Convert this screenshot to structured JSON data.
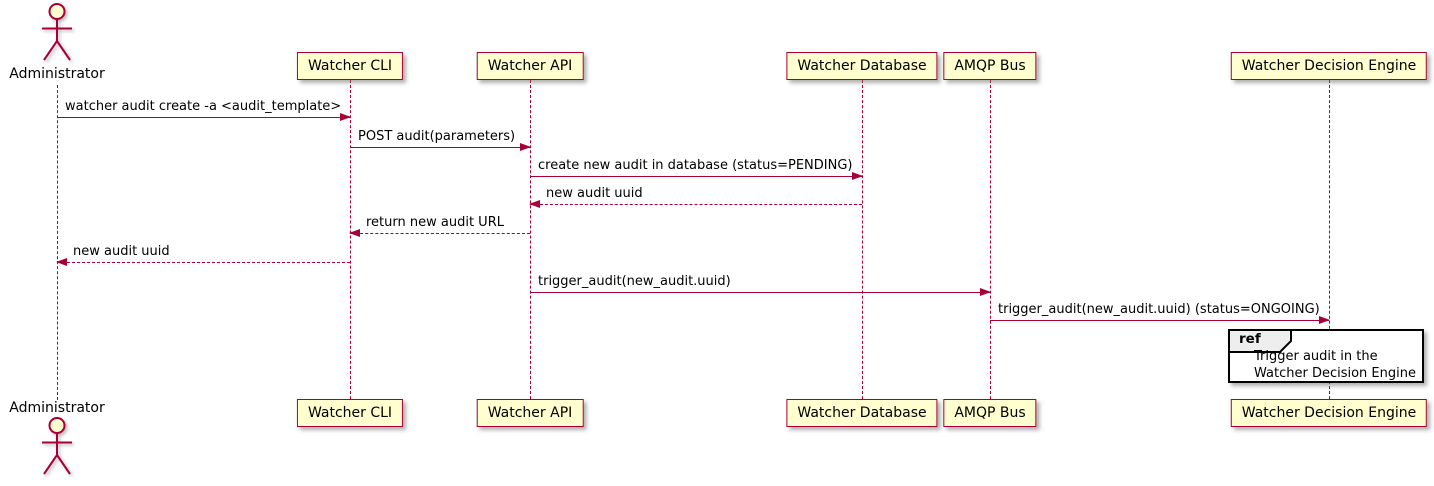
{
  "actor": {
    "name": "Administrator"
  },
  "participants": [
    {
      "name": "Watcher CLI"
    },
    {
      "name": "Watcher API"
    },
    {
      "name": "Watcher Database"
    },
    {
      "name": "AMQP Bus"
    },
    {
      "name": "Watcher Decision Engine"
    }
  ],
  "messages": [
    {
      "from": "Administrator",
      "to": "Watcher CLI",
      "style": "solid",
      "label": "watcher audit create -a <audit_template>"
    },
    {
      "from": "Watcher CLI",
      "to": "Watcher API",
      "style": "solid",
      "label": "POST audit(parameters)"
    },
    {
      "from": "Watcher API",
      "to": "Watcher Database",
      "style": "solid",
      "label": "create new audit in database (status=PENDING)"
    },
    {
      "from": "Watcher Database",
      "to": "Watcher API",
      "style": "dashed",
      "label": "new audit uuid"
    },
    {
      "from": "Watcher API",
      "to": "Watcher CLI",
      "style": "dashed",
      "label": "return new audit URL"
    },
    {
      "from": "Watcher CLI",
      "to": "Administrator",
      "style": "dashed",
      "label": "new audit uuid"
    },
    {
      "from": "Watcher API",
      "to": "AMQP Bus",
      "style": "solid",
      "label": "trigger_audit(new_audit.uuid)"
    },
    {
      "from": "AMQP Bus",
      "to": "Watcher Decision Engine",
      "style": "solid",
      "label": "trigger_audit(new_audit.uuid) (status=ONGOING)"
    }
  ],
  "ref": {
    "keyword": "ref",
    "lines": [
      "Trigger audit in the",
      "Watcher Decision Engine"
    ]
  },
  "colors": {
    "accent": "#A80036",
    "participant_fill": "#FEFECE",
    "ref_tab_fill": "#EEEEEE",
    "ref_border": "#000000",
    "text": "#000000",
    "background": "#FFFFFF"
  }
}
